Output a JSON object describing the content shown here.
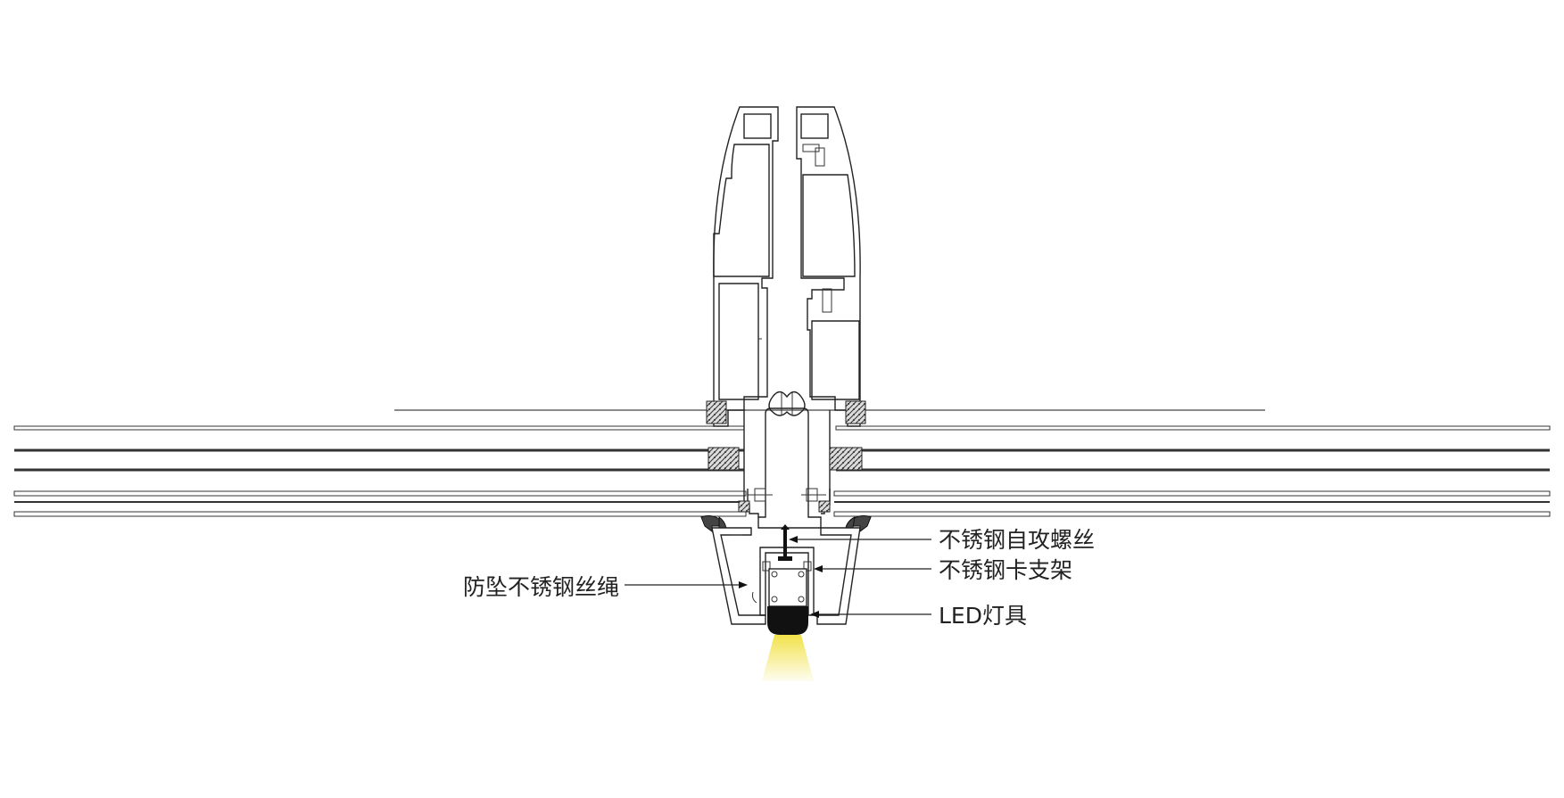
{
  "labels": {
    "screw": "不锈钢自攻螺丝",
    "bracket": "不锈钢卡支架",
    "led": "LED灯具",
    "rope": "防坠不锈钢丝绳"
  },
  "colors": {
    "line": "#222222",
    "gasket": "#555555",
    "lens": "#111111",
    "light": "#f2e24a"
  },
  "icons": {
    "light_beam": "light-beam-icon"
  }
}
